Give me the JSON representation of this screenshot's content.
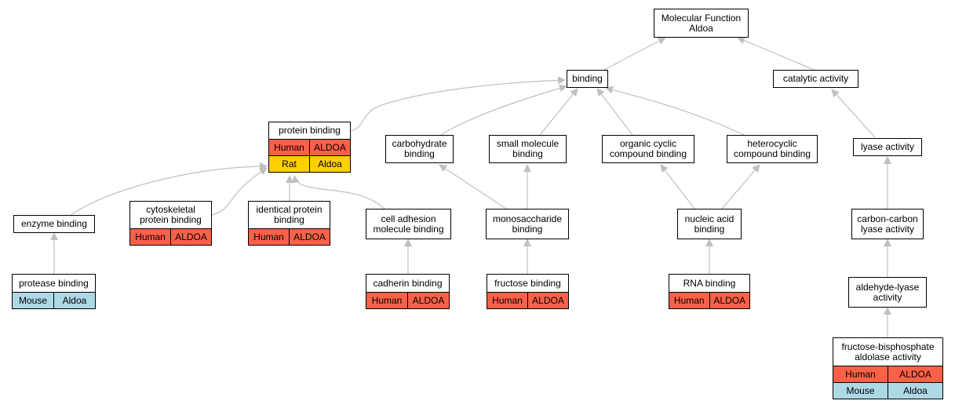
{
  "nodes": {
    "mf": {
      "label": "Molecular Function\nAldoa"
    },
    "binding": {
      "label": "binding"
    },
    "catalytic": {
      "label": "catalytic activity"
    },
    "protein": {
      "label": "protein binding",
      "rows": [
        [
          "Human",
          "ALDOA"
        ],
        [
          "Rat",
          "Aldoa"
        ]
      ]
    },
    "carbohydrate": {
      "label": "carbohydrate\nbinding"
    },
    "smallmol": {
      "label": "small molecule\nbinding"
    },
    "organiccyclic": {
      "label": "organic cyclic\ncompound binding"
    },
    "heterocyclic": {
      "label": "heterocyclic\ncompound binding"
    },
    "lyase": {
      "label": "lyase activity"
    },
    "enzyme": {
      "label": "enzyme binding"
    },
    "cytoskeletal": {
      "label": "cytoskeletal\nprotein binding",
      "rows": [
        [
          "Human",
          "ALDOA"
        ]
      ]
    },
    "identical": {
      "label": "identical protein\nbinding",
      "rows": [
        [
          "Human",
          "ALDOA"
        ]
      ]
    },
    "celladhesion": {
      "label": "cell adhesion\nmolecule binding"
    },
    "monosaccharide": {
      "label": "monosaccharide\nbinding"
    },
    "nucleic": {
      "label": "nucleic acid\nbinding"
    },
    "carboncarbon": {
      "label": "carbon-carbon\nlyase activity"
    },
    "protease": {
      "label": "protease binding",
      "rows": [
        [
          "Mouse",
          "Aldoa"
        ]
      ]
    },
    "cadherin": {
      "label": "cadherin binding",
      "rows": [
        [
          "Human",
          "ALDOA"
        ]
      ]
    },
    "fructose": {
      "label": "fructose binding",
      "rows": [
        [
          "Human",
          "ALDOA"
        ]
      ]
    },
    "rna": {
      "label": "RNA binding",
      "rows": [
        [
          "Human",
          "ALDOA"
        ]
      ]
    },
    "aldehyde": {
      "label": "aldehyde-lyase\nactivity"
    },
    "fbpa": {
      "label": "fructose-bisphosphate\naldolase activity",
      "rows": [
        [
          "Human",
          "ALDOA"
        ],
        [
          "Mouse",
          "Aldoa"
        ]
      ]
    }
  },
  "species_colors": {
    "Human": "#f96149",
    "Rat": "#ffd000",
    "Mouse": "#add8e6"
  },
  "edge_color": "#c0c0c0"
}
